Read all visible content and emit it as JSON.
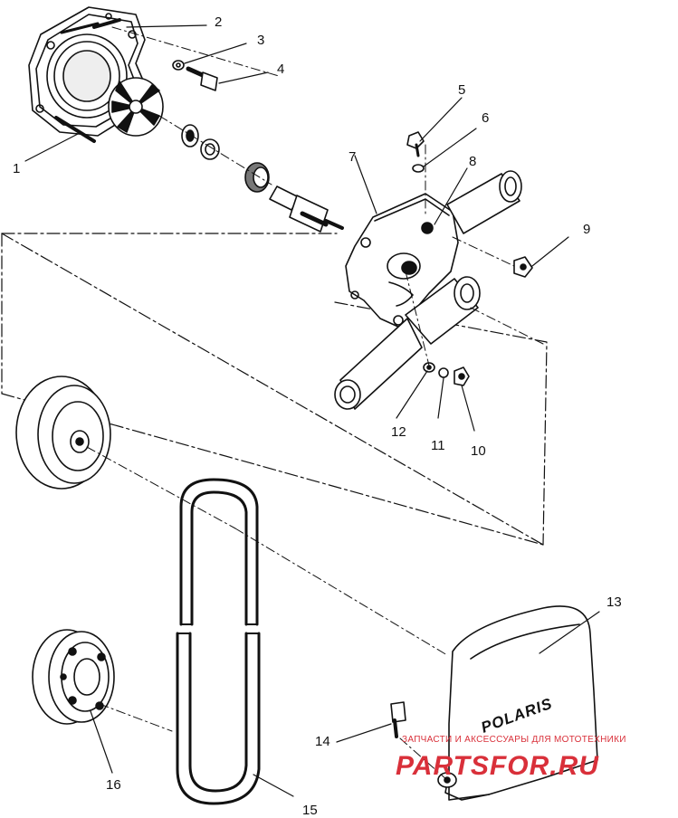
{
  "callouts": {
    "c1": "1",
    "c2": "2",
    "c3": "3",
    "c4": "4",
    "c5": "5",
    "c6": "6",
    "c7": "7",
    "c8": "8",
    "c9": "9",
    "c10": "10",
    "c11": "11",
    "c12": "12",
    "c13": "13",
    "c14": "14",
    "c15": "15",
    "c16": "16"
  },
  "brand_text": "POLARIS",
  "watermark": {
    "subtitle": "ЗАПЧАСТИ И АКСЕССУАРЫ ДЛЯ МОТОТЕХНИКИ",
    "main": "PARTSFOR.RU",
    "color": "#d9303a"
  },
  "colors": {
    "ink": "#111111",
    "paper": "#ffffff"
  }
}
